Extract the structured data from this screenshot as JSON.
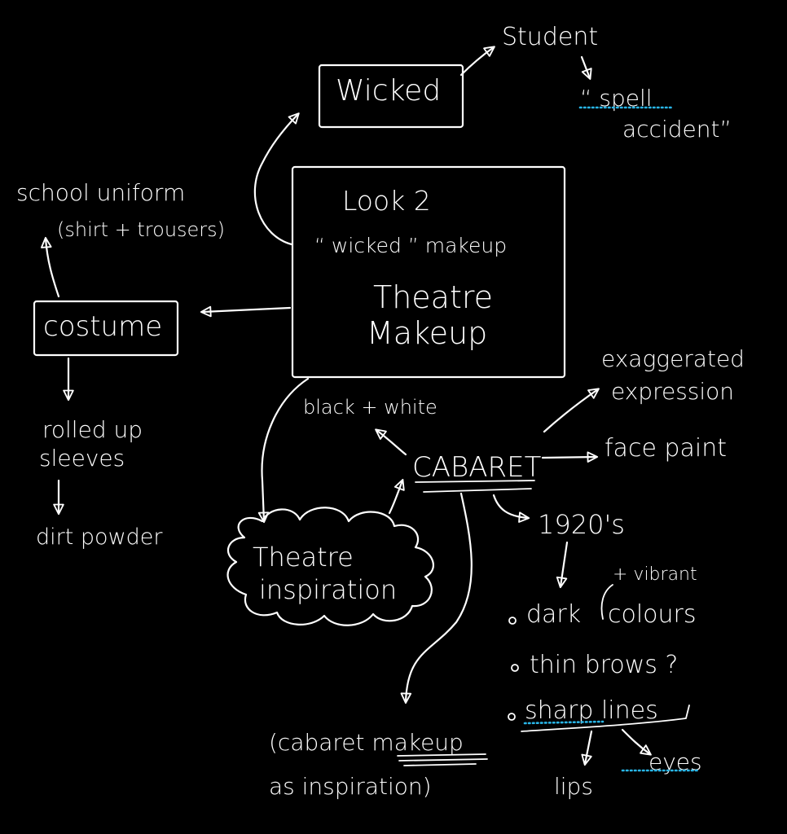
{
  "colors": {
    "background": "#000000",
    "ink": "#ffffff",
    "spellcheck": "#29b6e8"
  },
  "nodes": {
    "central": {
      "line1": "Look 2",
      "line2": "“ wicked ” makeup",
      "line3": "Theatre",
      "line4": "Makeup"
    },
    "wicked": "Wicked",
    "student": "Student",
    "spell_accident": {
      "line1": "“ spell",
      "line2": "accident”"
    },
    "school_uniform": {
      "line1": "school uniform",
      "line2": "(shirt + trousers)"
    },
    "costume": "costume",
    "rolled_up_sleeves": {
      "line1": "rolled up",
      "line2": "sleeves"
    },
    "dirt_powder": "dirt powder",
    "theatre_inspiration": {
      "line1": "Theatre",
      "line2": "inspiration"
    },
    "black_white": "black + white",
    "cabaret": "CABARET",
    "exaggerated_expression": {
      "line1": "exaggerated",
      "line2": "expression"
    },
    "face_paint": "face paint",
    "twenties": "1920's",
    "vibrant": "+ vibrant",
    "bullets": [
      {
        "text": "dark",
        "extra": "colours"
      },
      {
        "text": "thin  brows ?"
      },
      {
        "text": "sharp  lines"
      }
    ],
    "lips": "lips",
    "eyes": "eyes",
    "cabaret_makeup": {
      "line1a": "(cabaret ",
      "line1b": "makeup",
      "line2": "as inspiration)"
    }
  }
}
